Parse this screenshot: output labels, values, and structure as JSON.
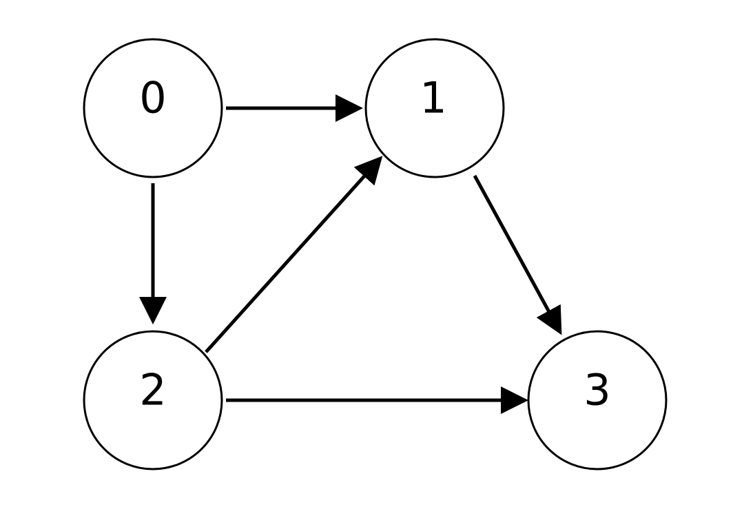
{
  "graph": {
    "nodes": [
      {
        "id": "0",
        "label": "0"
      },
      {
        "id": "1",
        "label": "1"
      },
      {
        "id": "2",
        "label": "2"
      },
      {
        "id": "3",
        "label": "3"
      }
    ],
    "edges": [
      {
        "from": "0",
        "to": "1"
      },
      {
        "from": "0",
        "to": "2"
      },
      {
        "from": "2",
        "to": "1"
      },
      {
        "from": "1",
        "to": "3"
      },
      {
        "from": "2",
        "to": "3"
      }
    ]
  },
  "colors": {
    "background": "#ffffff",
    "stroke": "#000000",
    "label": "#000000"
  }
}
